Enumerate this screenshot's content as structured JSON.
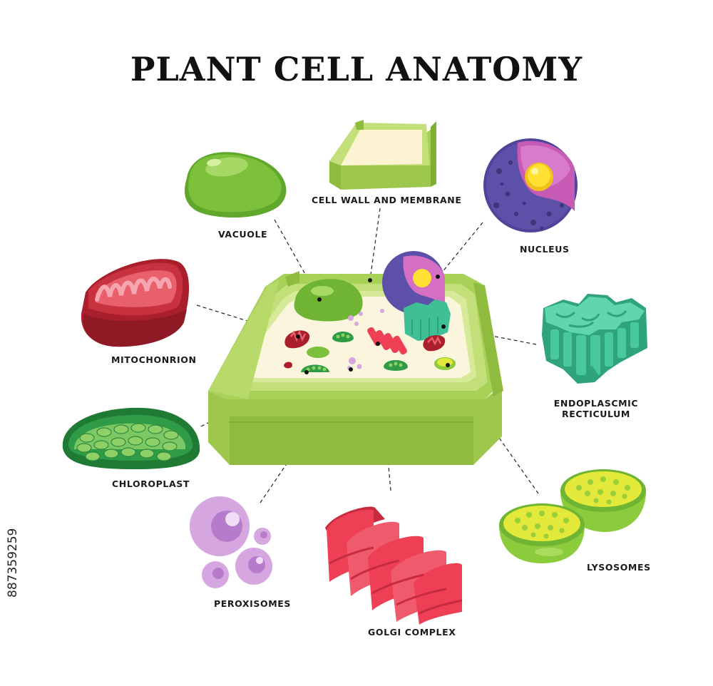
{
  "title": "PLANT CELL ANATOMY",
  "labels": {
    "vacuole": "VACUOLE",
    "cell_wall": "CELL WALL AND MEMBRANE",
    "nucleus": "NUCLEUS",
    "mitochondrion": "MITOCHONRION",
    "er_line1": "ENDOPLASCMIC",
    "er_line2": "RECTICULUM",
    "chloroplast": "CHLOROPLAST",
    "peroxisomes": "PEROXISOMES",
    "golgi": "GOLGI COMPLEX",
    "lysosomes": "LYSOSOMES"
  },
  "stock_id": "887359259",
  "colors": {
    "wall_light": "#c3df7a",
    "wall_mid": "#9dc84d",
    "wall_dark": "#7fae32",
    "cytoplasm": "#faf5dc",
    "vacuole": "#7cc03c",
    "mito_dark": "#a91f2c",
    "mito_light": "#e8606c",
    "chloroplast": "#2f9b47",
    "nucleus_outer": "#5d50a8",
    "nucleus_inner": "#d46fc4",
    "nucleolus": "#ffe033",
    "er": "#3fbf95",
    "golgi": "#ee3f55",
    "peroxisome": "#d5a6e0",
    "lysosome_shell": "#8ccc3c",
    "lysosome_inner": "#e3e93a"
  }
}
